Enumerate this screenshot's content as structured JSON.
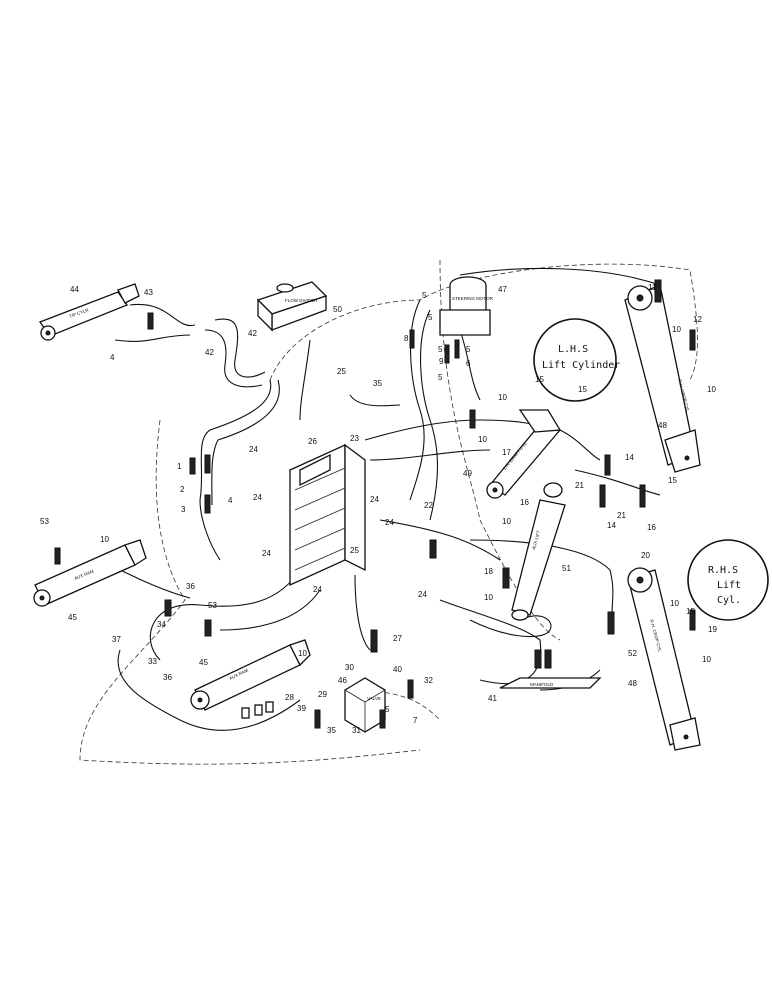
{
  "callouts": {
    "lhs": {
      "line1": "L.H.S",
      "line2": "Lift Cylinder"
    },
    "rhs": {
      "line1": "R.H.S",
      "line2": "Lift",
      "line3": "Cyl."
    }
  },
  "component_labels": {
    "tipper": "TIP CYLR",
    "pump_block": "FLOW DIVIDER",
    "steering": "STEERING MOTOR",
    "lh_cyl": "L.H. DRAFT CYL",
    "rh_cyl": "R.H. CROP CYL",
    "lift": "AUX LIFT",
    "valve": "VALVE",
    "manifold": "MANIFOLD",
    "aux_ram_left": "AUX RAM",
    "aux_ram_bottom": "AUX RAM"
  },
  "part_numbers": {
    "n1": "1",
    "n2": "2",
    "n3": "3",
    "n4": "4",
    "n4b": "4",
    "n5a": "5",
    "n5b": "5",
    "n5c": "5",
    "n5d": "5",
    "n5e": "5",
    "n6": "6",
    "n7": "7",
    "n8": "8",
    "n9": "9",
    "n10a": "10",
    "n10b": "10",
    "n10c": "10",
    "n10d": "10",
    "n10e": "10",
    "n10f": "10",
    "n10g": "10",
    "n10h": "10",
    "n10i": "10",
    "n10j": "10",
    "n11": "11",
    "n12": "12",
    "n14": "14",
    "n14b": "14",
    "n15a": "15",
    "n15b": "15",
    "n15c": "15",
    "n15d": "15",
    "n16": "16",
    "n16b": "16",
    "n17": "17",
    "n18": "18",
    "n19": "19",
    "n20": "20",
    "n21a": "21",
    "n21b": "21",
    "n22": "22",
    "n23": "23",
    "n24a": "24",
    "n24b": "24",
    "n24c": "24",
    "n24d": "24",
    "n24e": "24",
    "n24f": "24",
    "n24g": "24",
    "n25a": "25",
    "n25b": "25",
    "n26": "26",
    "n27": "27",
    "n28": "28",
    "n29": "29",
    "n30": "30",
    "n31": "31",
    "n32": "32",
    "n33": "33",
    "n34": "34",
    "n35": "35",
    "n35b": "35",
    "n36a": "36",
    "n36b": "36",
    "n37": "37",
    "n39": "39",
    "n40": "40",
    "n41": "41",
    "n42a": "42",
    "n42b": "42",
    "n43": "43",
    "n44": "44",
    "n45a": "45",
    "n45b": "45",
    "n46": "46",
    "n47": "47",
    "n48a": "48",
    "n48b": "48",
    "n49": "49",
    "n50": "50",
    "n51": "51",
    "n52": "52",
    "n53a": "53",
    "n53b": "53"
  }
}
